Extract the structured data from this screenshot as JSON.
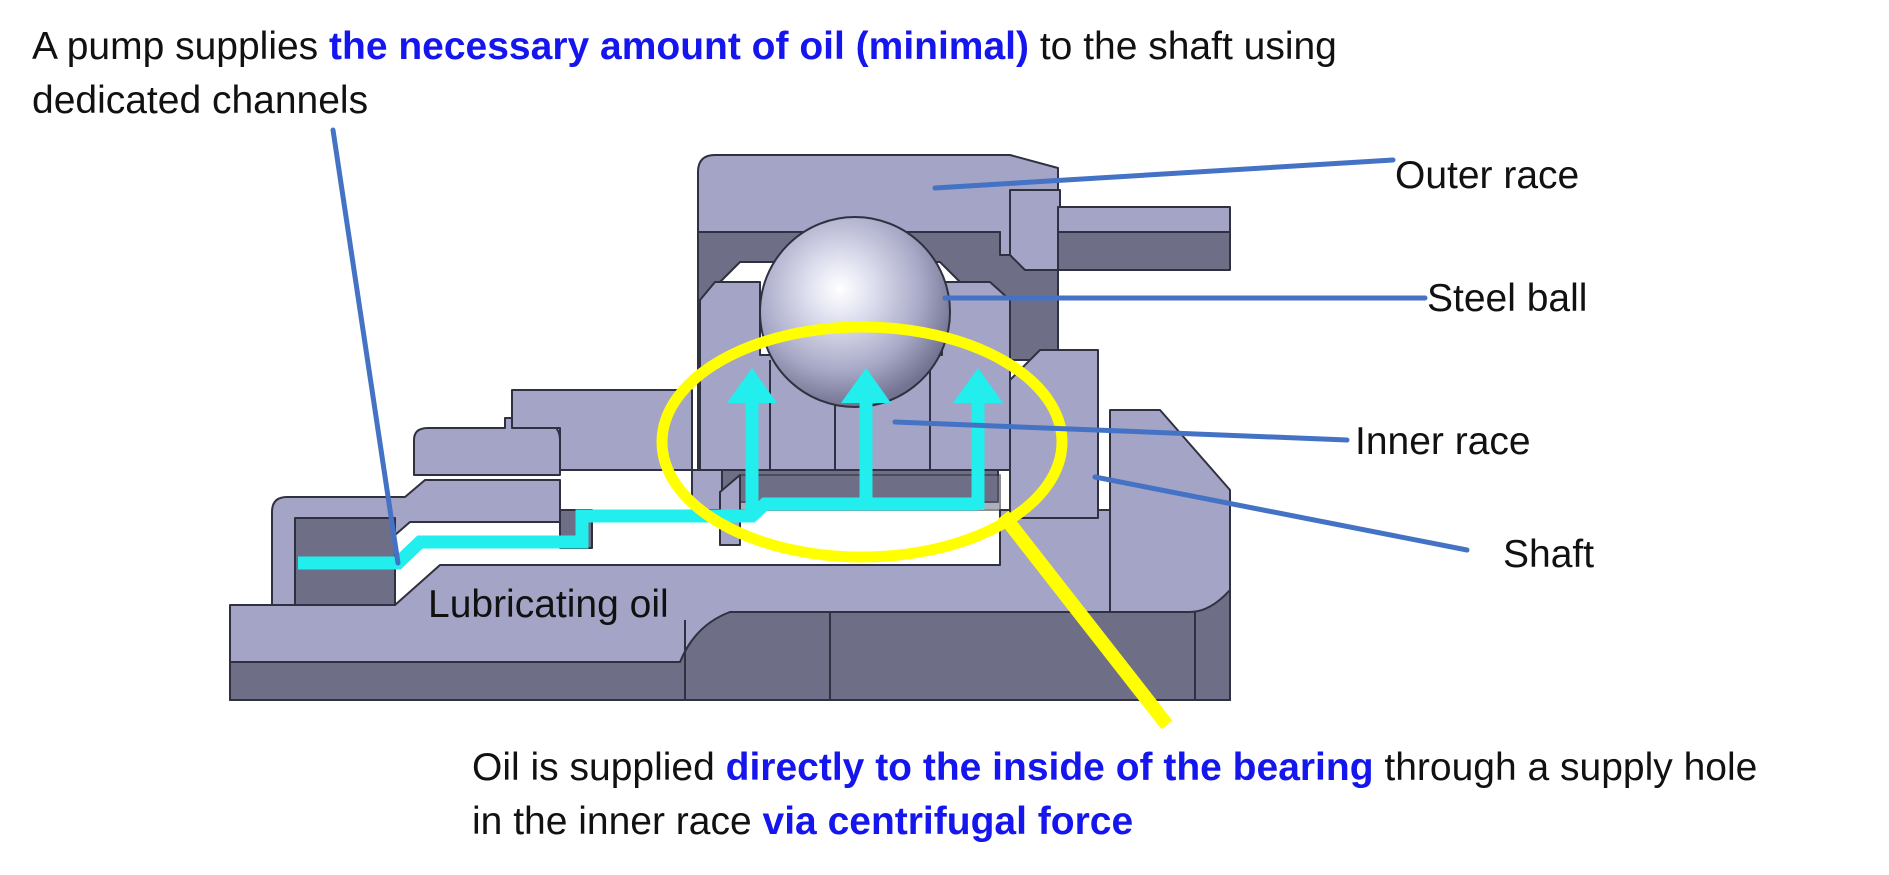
{
  "top_caption": {
    "line1_pre": "A pump supplies ",
    "line1_hl": "the necessary amount of oil (minimal)",
    "line1_post": " to the shaft using",
    "line2": "dedicated channels"
  },
  "bottom_caption": {
    "line1_pre": "Oil is supplied ",
    "line1_hl": "directly to the inside of the bearing",
    "line1_post": " through a supply hole",
    "line2_pre": "in the inner race ",
    "line2_hl": "via centrifugal force"
  },
  "labels": {
    "outer_race": "Outer race",
    "steel_ball": "Steel ball",
    "inner_race": "Inner race",
    "shaft": "Shaft",
    "lubricating_oil": "Lubricating oil"
  },
  "colors": {
    "highlight_text": "#1515ee",
    "leader_line": "#4472c4",
    "oil_flow": "#22eeee",
    "focus_ellipse": "#ffff00",
    "part_light": "#a3a4c6",
    "part_dark": "#6c6d84"
  }
}
